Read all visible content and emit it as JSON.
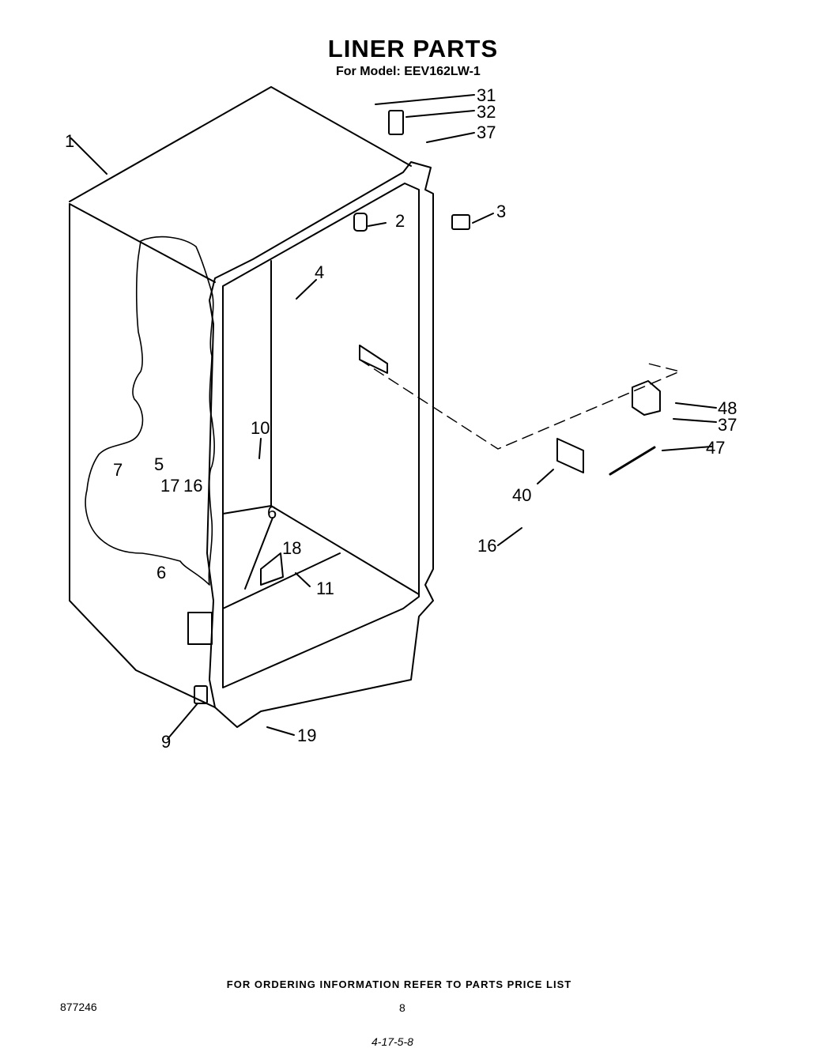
{
  "header": {
    "title": "LINER PARTS",
    "subtitle": "For Model: EEV162LW-1"
  },
  "callouts": [
    "1",
    "2",
    "3",
    "4",
    "5",
    "6",
    "6",
    "7",
    "9",
    "10",
    "11",
    "16",
    "16",
    "17",
    "18",
    "19",
    "31",
    "32",
    "37",
    "37",
    "40",
    "47",
    "48"
  ],
  "footer": {
    "ordering_note": "FOR ORDERING INFORMATION REFER TO PARTS PRICE LIST",
    "doc_number": "877246",
    "page_number": "8",
    "handwritten_note": "4-17-5-8"
  }
}
